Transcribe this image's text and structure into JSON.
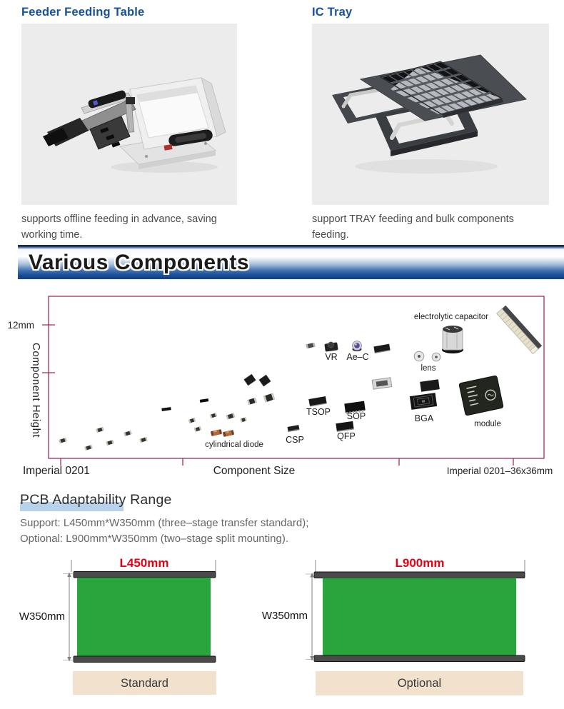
{
  "colors": {
    "heading_blue": "#16519e",
    "axis_red": "#a32c4e",
    "dimension_red": "#e60012",
    "board_green": "#2aa43c",
    "caption_bg": "#f2e1cd",
    "image_bg": "#ececec",
    "banner_blue": "#1a4f9b",
    "highlight_blue": "#b7d2ea"
  },
  "feeder": {
    "title": "Feeder Feeding Table",
    "description": "supports offline feeding in advance, saving working time."
  },
  "ic_tray": {
    "title": "IC Tray",
    "description": "support TRAY feeding and bulk components feeding."
  },
  "banner": {
    "title": "Various Components"
  },
  "chart": {
    "ylabel": "Component Height",
    "y_tick": "12mm",
    "x_left_label": "Imperial 0201",
    "xlabel": "Component Size",
    "x_right_label": "Imperial 0201–36x36mm",
    "labels": {
      "vr": "VR",
      "aec": "Ae–C",
      "lens": "lens",
      "electrolytic_capacitor": "electrolytic capacitor",
      "tsop": "TSOP",
      "sop": "SOP",
      "bga": "BGA",
      "module": "module",
      "csp": "CSP",
      "qfp": "QFP",
      "cylindrical_diode": "cylindrical diode"
    }
  },
  "chart_data": {
    "type": "scatter",
    "title": "Various Components",
    "xlabel": "Component Size",
    "ylabel": "Component Height",
    "x_range_labels": [
      "Imperial 0201",
      "Imperial 0201–36x36mm"
    ],
    "y_tick_labels": [
      "12mm"
    ],
    "grid": false,
    "legend": false,
    "points": [
      {
        "label": "small chip components (unlabeled)",
        "x_frac": 0.05,
        "y_frac": 0.1
      },
      {
        "label": "cylindrical diode",
        "x_frac": 0.35,
        "y_frac": 0.15
      },
      {
        "label": "CSP",
        "x_frac": 0.49,
        "y_frac": 0.18
      },
      {
        "label": "QFP",
        "x_frac": 0.6,
        "y_frac": 0.2
      },
      {
        "label": "TSOP",
        "x_frac": 0.54,
        "y_frac": 0.35
      },
      {
        "label": "SOP",
        "x_frac": 0.62,
        "y_frac": 0.32
      },
      {
        "label": "VR",
        "x_frac": 0.57,
        "y_frac": 0.69
      },
      {
        "label": "Ae–C",
        "x_frac": 0.62,
        "y_frac": 0.69
      },
      {
        "label": "lens",
        "x_frac": 0.77,
        "y_frac": 0.63
      },
      {
        "label": "electrolytic capacitor",
        "x_frac": 0.82,
        "y_frac": 0.74
      },
      {
        "label": "BGA",
        "x_frac": 0.76,
        "y_frac": 0.35
      },
      {
        "label": "module",
        "x_frac": 0.87,
        "y_frac": 0.39
      },
      {
        "label": "connector (unlabeled)",
        "x_frac": 0.95,
        "y_frac": 0.79
      }
    ]
  },
  "pcb": {
    "heading": "PCB Adaptability Range",
    "line_support": "Support: L450mm*W350mm (three–stage transfer standard);",
    "line_optional": "Optional: L900mm*W350mm (two–stage split mounting)."
  },
  "boards": {
    "standard": {
      "length": "L450mm",
      "width": "W350mm",
      "caption": "Standard"
    },
    "optional": {
      "length": "L900mm",
      "width": "W350mm",
      "caption": "Optional"
    }
  }
}
